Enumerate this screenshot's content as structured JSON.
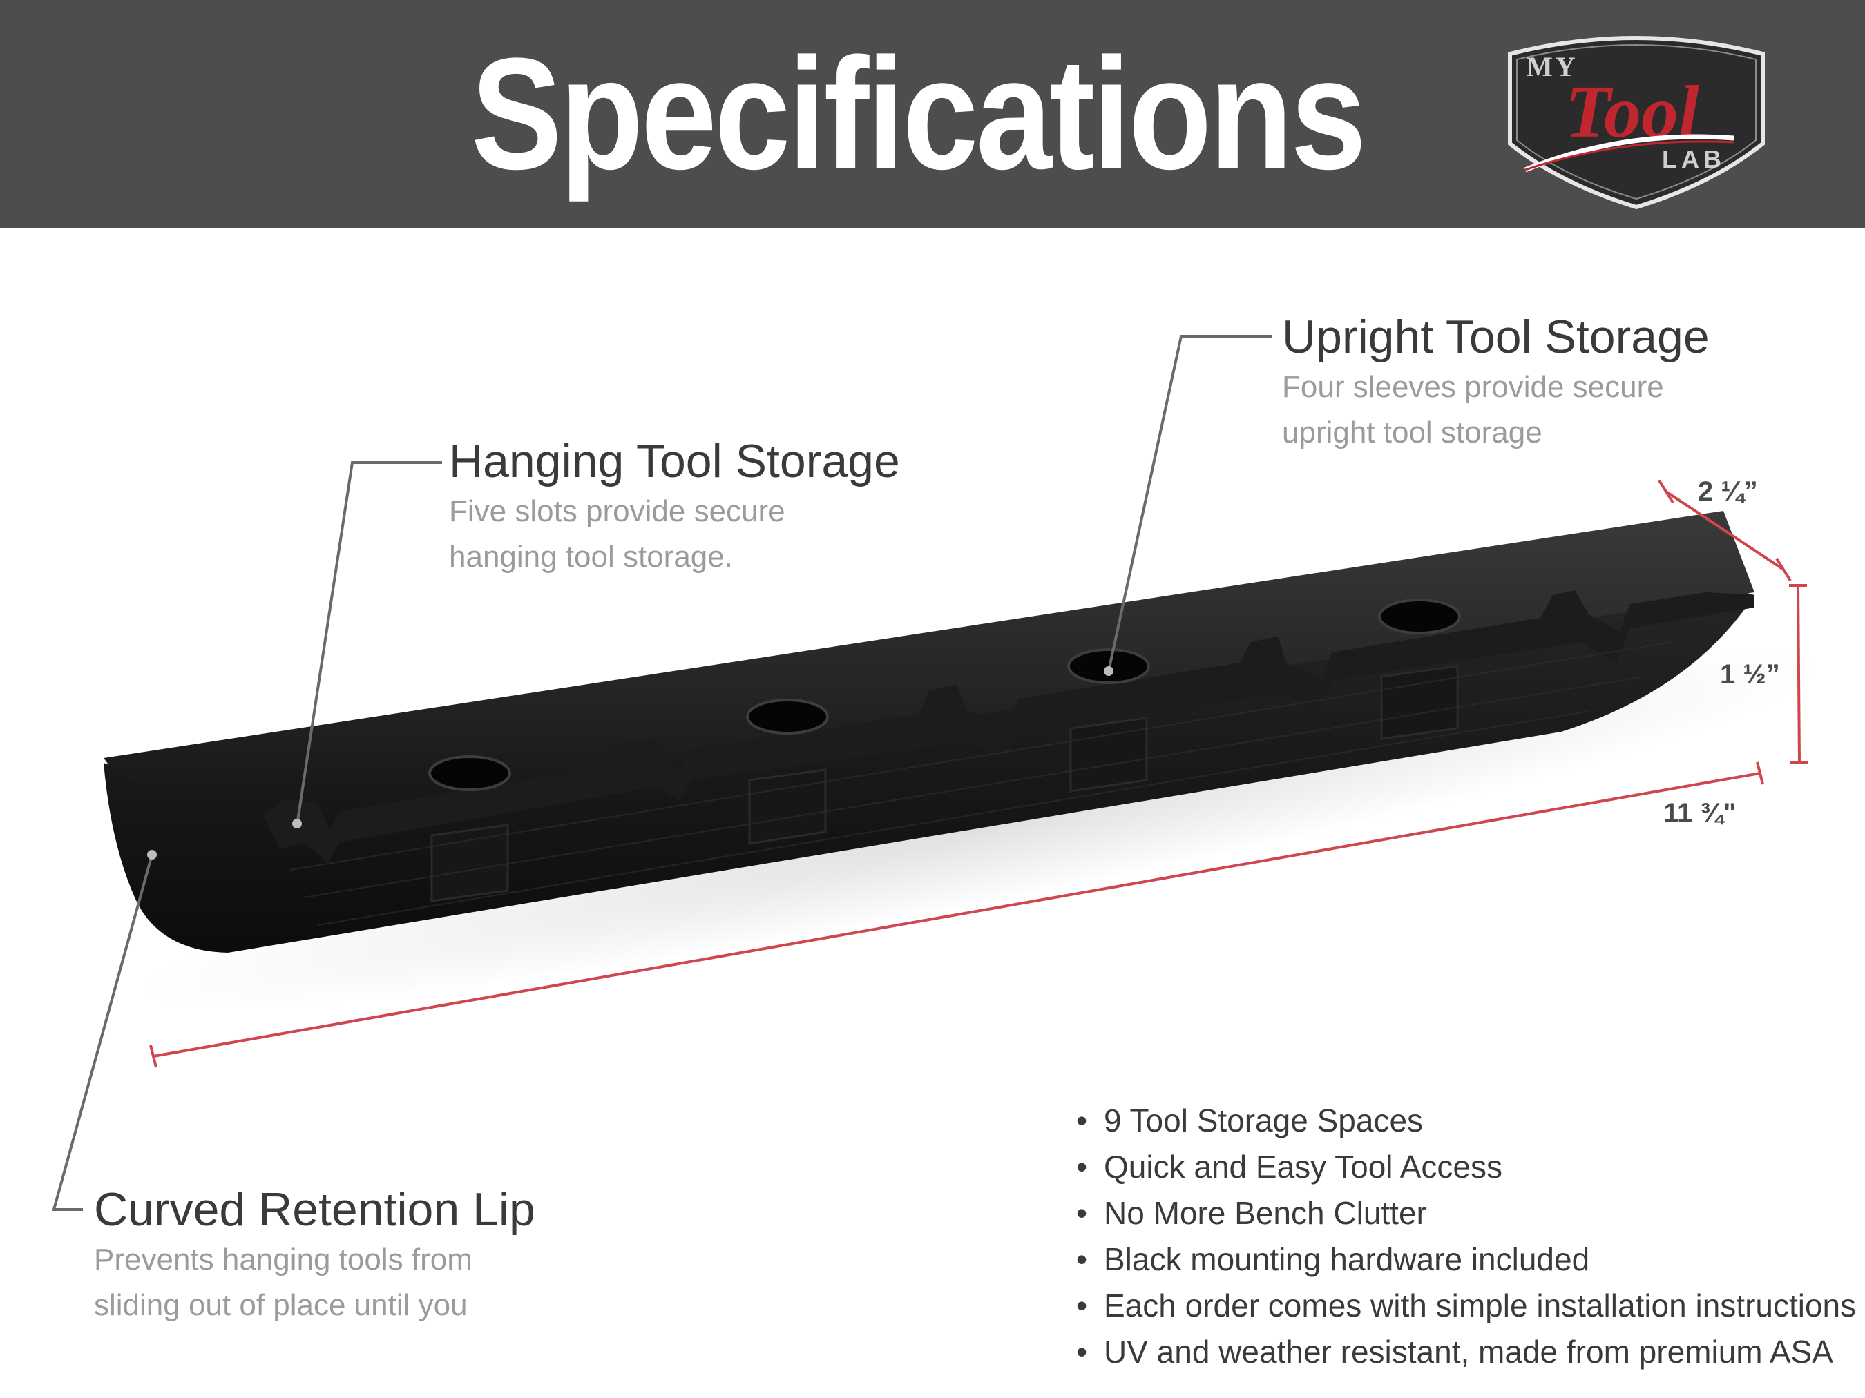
{
  "header": {
    "title": "Specifications",
    "background": "#4d4d4d"
  },
  "logo": {
    "word_my": "MY",
    "word_tool": "Tool",
    "word_lab": "LAB",
    "accent": "#c0262d"
  },
  "callouts": {
    "upright": {
      "title": "Upright Tool Storage",
      "desc_line1": "Four sleeves provide secure",
      "desc_line2": "upright tool storage"
    },
    "hanging": {
      "title": "Hanging Tool Storage",
      "desc_line1": "Five slots provide secure",
      "desc_line2": "hanging tool storage."
    },
    "curved": {
      "title": "Curved Retention Lip",
      "desc_line1": "Prevents hanging tools from",
      "desc_line2": "sliding out of place until you"
    }
  },
  "dimensions": {
    "depth": "2 ¼”",
    "height": "1 ½”",
    "length": "11 ¾\"",
    "line_color": "#d0464f"
  },
  "features": [
    "9 Tool Storage Spaces",
    "Quick and Easy Tool Access",
    "No More Bench Clutter",
    "Black mounting hardware included",
    "Each order comes with simple installation instructions",
    "UV and weather resistant, made from premium ASA"
  ],
  "bullet_char": "•"
}
